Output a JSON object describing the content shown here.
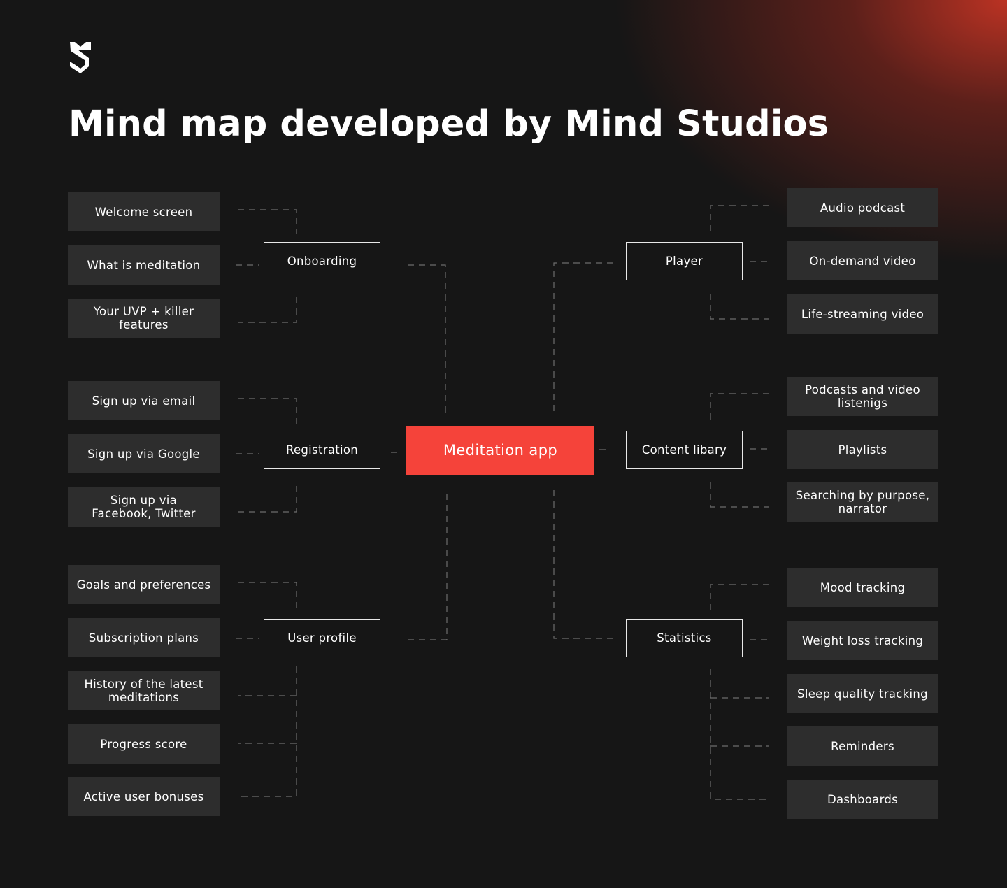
{
  "title": "Mind map developed by Mind Studios",
  "logo": {
    "icon": "mind-studios-logo-icon"
  },
  "colors": {
    "background": "#161616",
    "accent": "#f5433a",
    "leaf": "#2d2d2d",
    "line": "#6e6e6e"
  },
  "center": {
    "label": "Meditation app"
  },
  "hubs": {
    "onboarding": "Onboarding",
    "registration": "Registration",
    "user_profile": "User profile",
    "player": "Player",
    "content_library": "Content libary",
    "statistics": "Statistics"
  },
  "leaves": {
    "onboarding": [
      "Welcome screen",
      "What is meditation",
      "Your UVP + killer features"
    ],
    "registration": [
      "Sign up via email",
      "Sign up via Google",
      "Sign up via Facebook, Twitter"
    ],
    "user_profile": [
      "Goals and preferences",
      "Subscription plans",
      "History of the latest meditations",
      "Progress score",
      "Active user bonuses"
    ],
    "player": [
      "Audio podcast",
      "On-demand video",
      "Life-streaming video"
    ],
    "content_library": [
      "Podcasts and video listenigs",
      "Playlists",
      "Searching by purpose, narrator"
    ],
    "statistics": [
      "Mood tracking",
      "Weight loss tracking",
      "Sleep quality tracking",
      "Reminders",
      "Dashboards"
    ]
  }
}
